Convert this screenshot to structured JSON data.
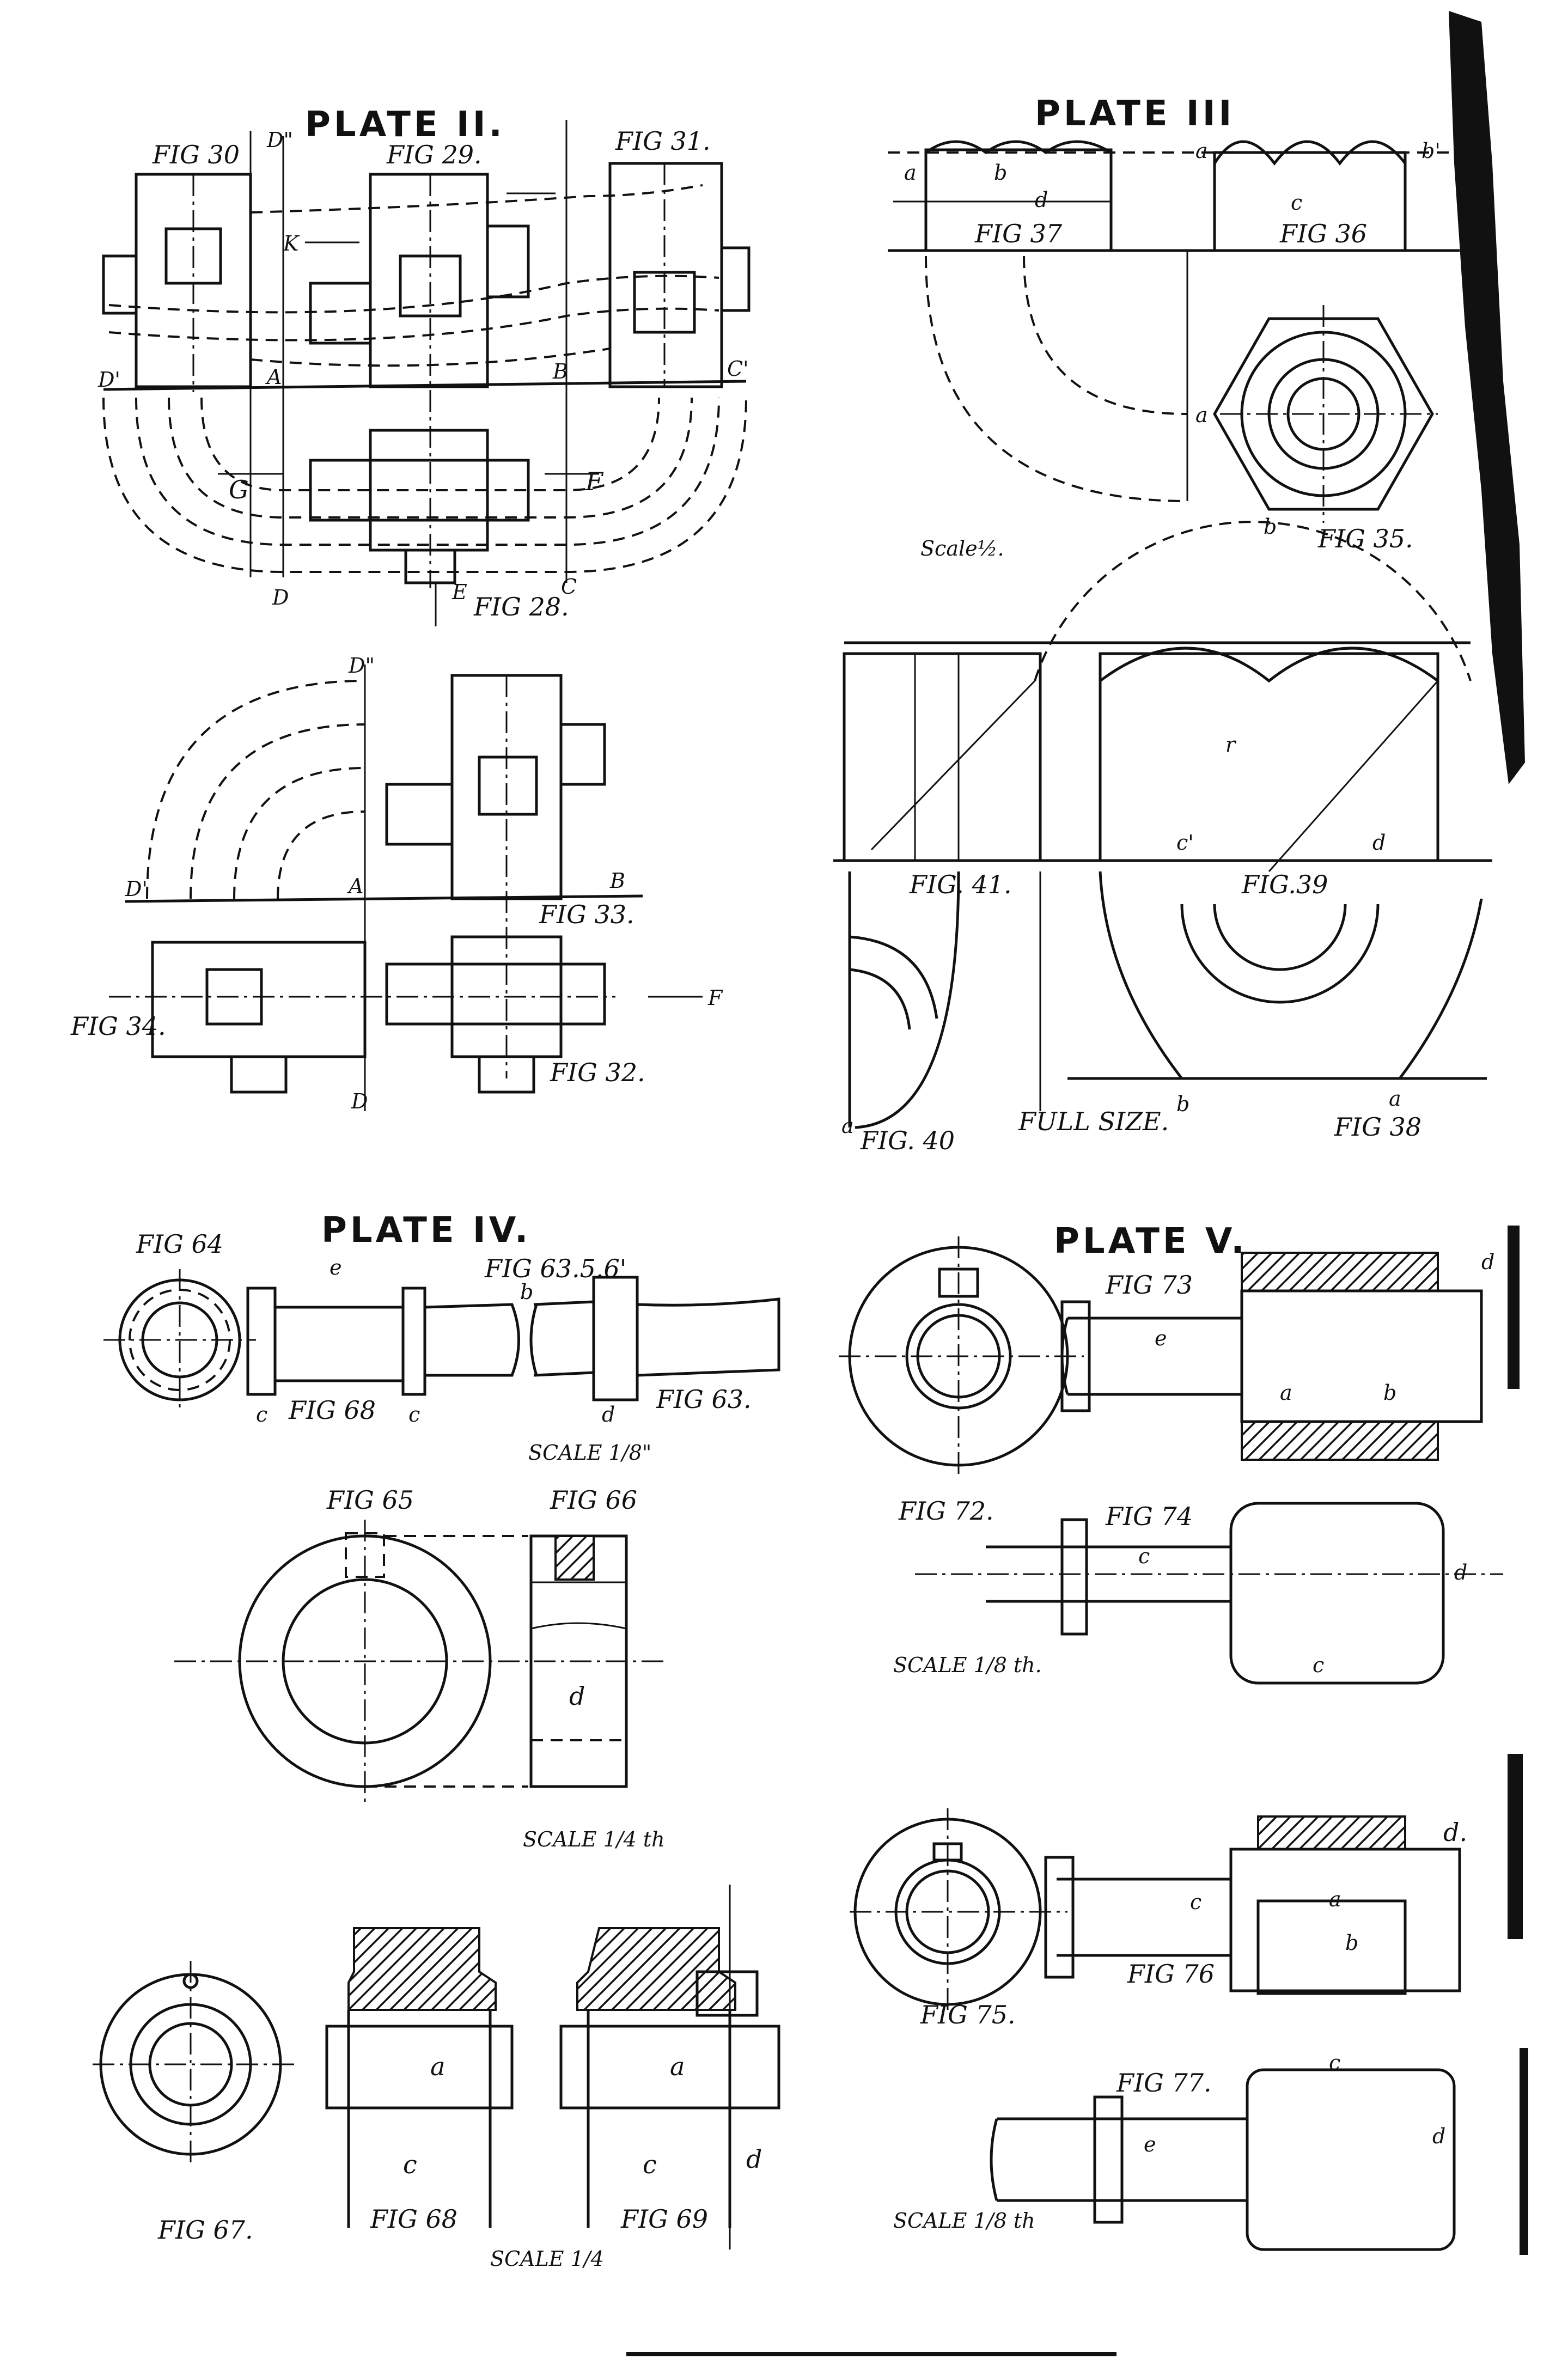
{
  "plates": {
    "plate2": {
      "title": "PLATE II.",
      "labels": {
        "fig30": "FIG 30",
        "fig29": "FIG 29.",
        "fig31": "FIG 31.",
        "fig28": "FIG 28.",
        "d2": "D\"",
        "d1": "D'",
        "a": "A",
        "b": "B",
        "c1": "C'",
        "g": "G",
        "f": "F",
        "e": "E",
        "d": "D",
        "c": "C",
        "fig33": "FIG 33.",
        "fig32": "FIG 32.",
        "fig34": "FIG 34.",
        "d2b": "D\"",
        "d1b": "D'",
        "ab": "A",
        "bb": "B",
        "db": "D",
        "fb": "F"
      }
    },
    "plate3": {
      "title": "PLATE III",
      "labels": {
        "fig37": "FIG 37",
        "fig36": "FIG 36",
        "fig35": "FIG 35.",
        "scale": "Scale½.",
        "fig41": "FIG. 41.",
        "fig39": "FIG.39",
        "fig40": "FIG. 40",
        "fig38": "FIG 38",
        "fullsize": "FULL SIZE.",
        "a": "a",
        "b": "b",
        "c": "c",
        "d": "d",
        "r": "r",
        "b1": "b'",
        "c1": "c'"
      }
    },
    "plate4": {
      "title": "PLATE IV.",
      "labels": {
        "fig64": "FIG 64",
        "fig68": "FIG 68",
        "fig63": "FIG 63.",
        "fig63dim": "FIG 63.5.6'",
        "scale8": "SCALE 1/8\"",
        "fig65": "FIG 65",
        "fig66": "FIG 66",
        "scale4": "SCALE 1/4 th",
        "fig67": "FIG 67.",
        "fig68b": "FIG 68",
        "fig69": "FIG 69",
        "scale4b": "SCALE 1/4",
        "c": "c",
        "e": "e",
        "b": "b",
        "d": "d",
        "a": "a"
      }
    },
    "plate5": {
      "title": "PLATE V.",
      "labels": {
        "fig73": "FIG 73",
        "fig72": "FIG 72.",
        "fig74": "FIG 74",
        "scale8": "SCALE 1/8 th.",
        "fig75": "FIG 75.",
        "fig76": "FIG 76",
        "fig77": "FIG 77.",
        "scale8b": "SCALE 1/8 th",
        "a": "a",
        "b": "b",
        "c": "c",
        "d": "d",
        "e": "e",
        "d_dot": "d."
      }
    }
  }
}
